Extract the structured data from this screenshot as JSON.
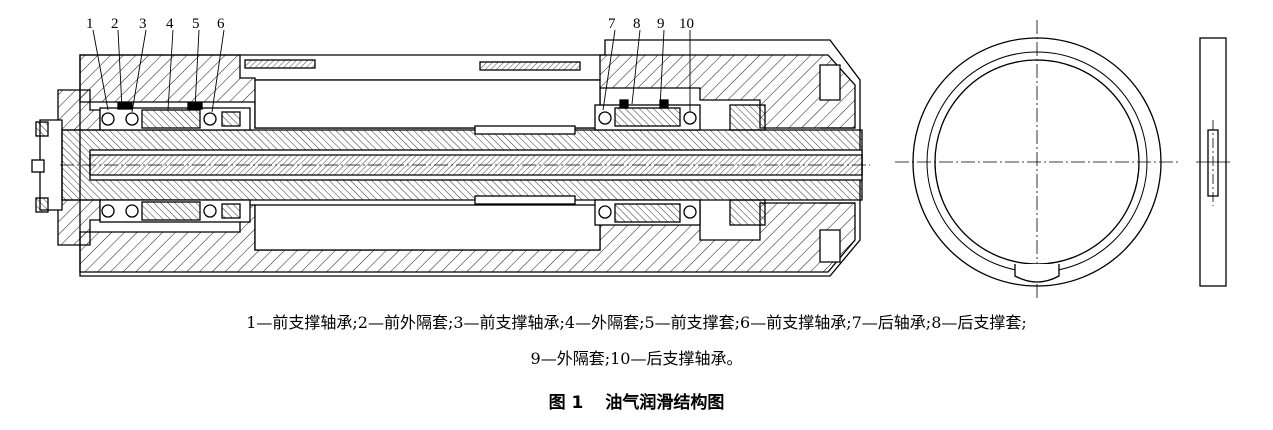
{
  "callouts": [
    "1",
    "2",
    "3",
    "4",
    "5",
    "6",
    "7",
    "8",
    "9",
    "10"
  ],
  "legend": {
    "line1": "1—前支撑轴承;2—前外隔套;3—前支撑轴承;4—外隔套;5—前支撑套;6—前支撑轴承;7—后轴承;8—后支撑套;",
    "line2": "9—外隔套;10—后支撑轴承。"
  },
  "caption": {
    "number": "图 1",
    "title": "油气润滑结构图"
  }
}
